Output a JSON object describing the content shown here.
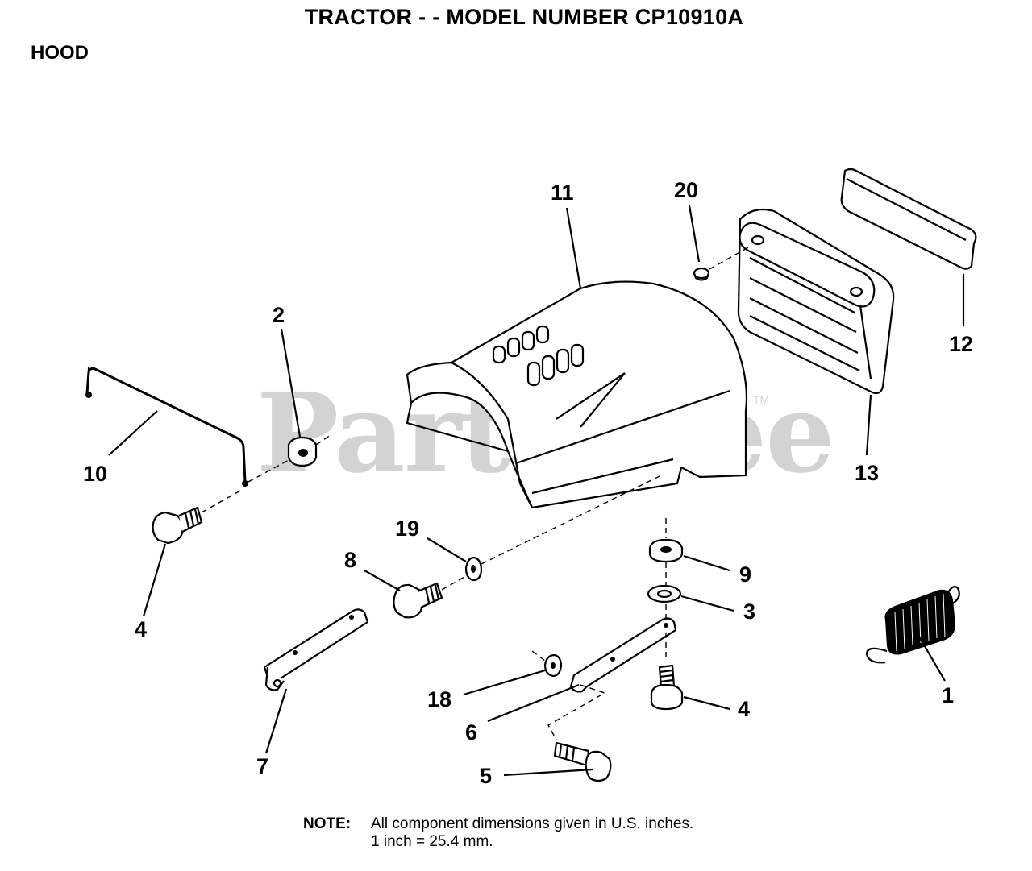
{
  "header": {
    "title": "TRACTOR - - MODEL NUMBER CP10910A",
    "section": "HOOD"
  },
  "watermark": {
    "text": "PartsTree",
    "mark": "TM"
  },
  "callouts": {
    "c1": "1",
    "c2": "2",
    "c3": "3",
    "c4a": "4",
    "c4b": "4",
    "c5": "5",
    "c6": "6",
    "c7": "7",
    "c8": "8",
    "c9": "9",
    "c10": "10",
    "c11": "11",
    "c12": "12",
    "c13": "13",
    "c18": "18",
    "c19": "19",
    "c20": "20"
  },
  "note": {
    "label": "NOTE:",
    "line1": "All component dimensions given in U.S. inches.",
    "line2": "1 inch = 25.4 mm."
  }
}
